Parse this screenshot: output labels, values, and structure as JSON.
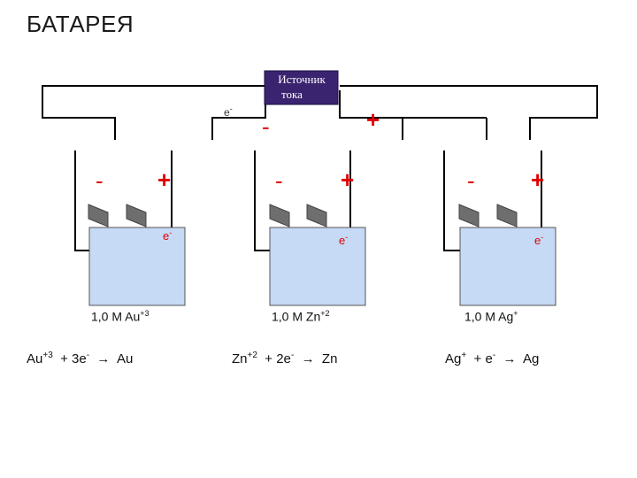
{
  "title": "БАТАРЕЯ",
  "source": {
    "line1": "Источник",
    "line2": "тока",
    "minus": "-",
    "plus": "+"
  },
  "electron_top": "e",
  "electron_sup": "-",
  "cells": [
    {
      "minus": "-",
      "plus": "+",
      "electron": "e",
      "electron_sup": "-",
      "conc_base": "1,0 M Au",
      "conc_sup": "+3",
      "eq": {
        "ion": "Au",
        "ion_charge": "+3",
        "mid": "+ 3e",
        "e_sup": "-",
        "product": "Au"
      }
    },
    {
      "minus": "-",
      "plus": "+",
      "electron": "e",
      "electron_sup": "-",
      "conc_base": "1,0 M Zn",
      "conc_sup": "+2",
      "eq": {
        "ion": "Zn",
        "ion_charge": "+2",
        "mid": "+ 2e",
        "e_sup": "-",
        "product": "Zn"
      }
    },
    {
      "minus": "-",
      "plus": "+",
      "electron": "e",
      "electron_sup": "-",
      "conc_base": "1,0 M Ag",
      "conc_sup": "+",
      "eq": {
        "ion": "Ag",
        "ion_charge": "+",
        "mid": "+ e",
        "e_sup": "-",
        "product": "Ag"
      }
    }
  ],
  "arrow_glyph": "→",
  "colors": {
    "solution": "#c6d9f5",
    "source_box": "#3a2470",
    "signs": "#e00000",
    "electrode": "#6e6e6e",
    "wire": "#000000"
  }
}
